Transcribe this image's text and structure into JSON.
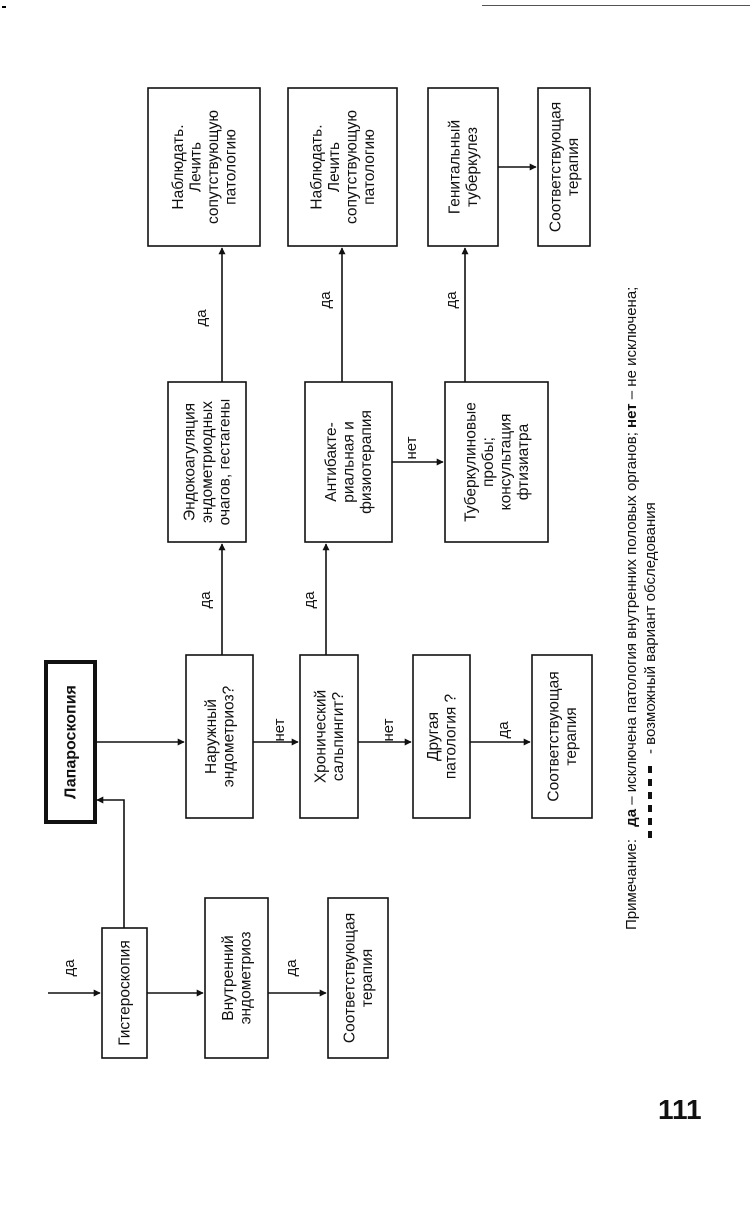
{
  "nodes": {
    "laparoscopy": "Лапароскопия",
    "hysteroscopy": "Гистероскопия",
    "internal_endometriosis": [
      "Внутренний",
      "эндометриоз"
    ],
    "therapy_internal": [
      "Соответствующая",
      "терапия"
    ],
    "external_endometriosis_q": [
      "Наружный",
      "эндометриоз?"
    ],
    "chronic_salpingitis_q": [
      "Хронический",
      "сальпингит?"
    ],
    "other_pathology_q": [
      "Другая",
      "патология ?"
    ],
    "therapy_other": [
      "Соответствующая",
      "терапия"
    ],
    "endocoagulation": [
      "Эндокоагуляция",
      "эндометриодных",
      "очагов, гестагены"
    ],
    "antibacterial": [
      "Антибакте-",
      "риальная и",
      "физиотерапия"
    ],
    "tuberculin_tests": [
      "Туберкулиновые",
      "пробы;",
      "консультация",
      "фтизиатра"
    ],
    "observe_1": [
      "Наблюдать.",
      "Лечить",
      "сопутствующую",
      "патологию"
    ],
    "observe_2": [
      "Наблюдать.",
      "Лечить",
      "сопутствующую",
      "патологию"
    ],
    "genital_tb": [
      "Генитальный",
      "туберкулез"
    ],
    "therapy_tb": [
      "Соответствующая",
      "терапия"
    ]
  },
  "edge_labels": {
    "yes": "да",
    "no": "нет"
  },
  "note": {
    "prefix": "Примечание:",
    "yes_term": "да",
    "yes_text": " – исключена патология внутренних половых органов; ",
    "no_term": "нет",
    "no_text": " – не исключена;",
    "dashed_text": "- возможный вариант обследования"
  },
  "page_number": "111"
}
